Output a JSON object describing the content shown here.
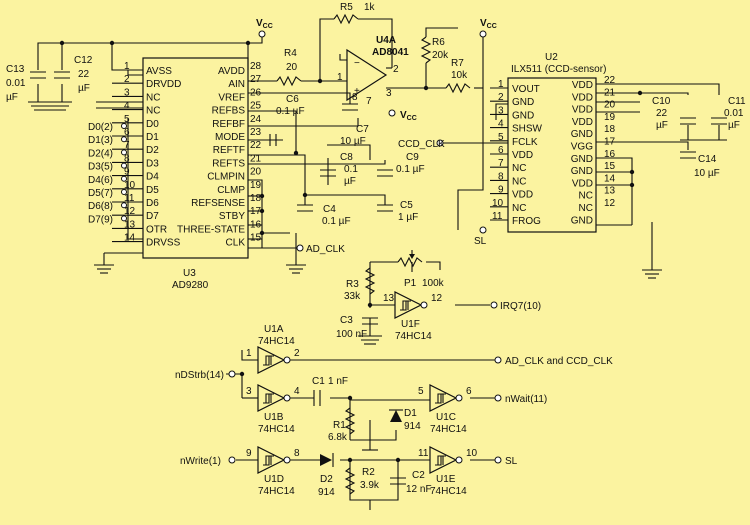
{
  "chips": {
    "ad9280": {
      "ref": "U3",
      "part": "AD9280",
      "left": [
        {
          "pin": "1",
          "name": "AVSS"
        },
        {
          "pin": "2",
          "name": "DRVDD"
        },
        {
          "pin": "3",
          "name": "NC"
        },
        {
          "pin": "4",
          "name": "NC"
        },
        {
          "pin": "5",
          "name": "D0"
        },
        {
          "pin": "6",
          "name": "D1"
        },
        {
          "pin": "7",
          "name": "D2"
        },
        {
          "pin": "8",
          "name": "D3"
        },
        {
          "pin": "9",
          "name": "D4"
        },
        {
          "pin": "10",
          "name": "D5"
        },
        {
          "pin": "11",
          "name": "D6"
        },
        {
          "pin": "12",
          "name": "D7"
        },
        {
          "pin": "13",
          "name": "OTR"
        },
        {
          "pin": "14",
          "name": "DRVSS"
        }
      ],
      "right": [
        {
          "pin": "28",
          "name": "AVDD"
        },
        {
          "pin": "27",
          "name": "AIN"
        },
        {
          "pin": "26",
          "name": "VREF"
        },
        {
          "pin": "25",
          "name": "REFBS"
        },
        {
          "pin": "24",
          "name": "REFBF"
        },
        {
          "pin": "23",
          "name": "MODE"
        },
        {
          "pin": "22",
          "name": "REFTF"
        },
        {
          "pin": "21",
          "name": "REFTS"
        },
        {
          "pin": "20",
          "name": "CLMPIN"
        },
        {
          "pin": "19",
          "name": "CLMP"
        },
        {
          "pin": "18",
          "name": "REFSENSE"
        },
        {
          "pin": "17",
          "name": "STBY"
        },
        {
          "pin": "16",
          "name": "THREE-STATE"
        },
        {
          "pin": "15",
          "name": "CLK"
        }
      ]
    },
    "ilx511": {
      "ref": "U2",
      "part": "ILX511 (CCD-sensor)",
      "left": [
        {
          "pin": "1",
          "name": "VOUT"
        },
        {
          "pin": "2",
          "name": "GND"
        },
        {
          "pin": "3",
          "name": "GND"
        },
        {
          "pin": "4",
          "name": "SHSW"
        },
        {
          "pin": "5",
          "name": "FCLK"
        },
        {
          "pin": "6",
          "name": "VDD"
        },
        {
          "pin": "7",
          "name": "NC"
        },
        {
          "pin": "8",
          "name": "NC"
        },
        {
          "pin": "9",
          "name": "VDD"
        },
        {
          "pin": "10",
          "name": "NC"
        },
        {
          "pin": "11",
          "name": "FROG"
        }
      ],
      "right": [
        {
          "pin": "22",
          "name": "VDD"
        },
        {
          "pin": "21",
          "name": "VDD"
        },
        {
          "pin": "20",
          "name": "VDD"
        },
        {
          "pin": "19",
          "name": "VDD"
        },
        {
          "pin": "18",
          "name": "GND"
        },
        {
          "pin": "17",
          "name": "VGG"
        },
        {
          "pin": "16",
          "name": "GND"
        },
        {
          "pin": "15",
          "name": "GND"
        },
        {
          "pin": "14",
          "name": "VDD"
        },
        {
          "pin": "13",
          "name": "NC"
        },
        {
          "pin": "12",
          "name": "NC"
        },
        {
          "pin": "",
          "name": "GND"
        }
      ]
    },
    "opamp": {
      "ref": "U4A",
      "part": "AD8041",
      "pins": [
        "1",
        "2",
        "3",
        "7",
        "8"
      ],
      "minus": "−",
      "plus": "+"
    }
  },
  "data_lines": [
    "D0(2)",
    "D1(3)",
    "D2(4)",
    "D3(5)",
    "D4(6)",
    "D5(7)",
    "D6(8)",
    "D7(9)"
  ],
  "components": {
    "r5": {
      "ref": "R5",
      "value": "1k"
    },
    "r4": {
      "ref": "R4",
      "value": "20"
    },
    "r6": {
      "ref": "R6",
      "value": "20k"
    },
    "r7": {
      "ref": "R7",
      "value": "10k"
    },
    "r3": {
      "ref": "R3",
      "value": "33k"
    },
    "p1": {
      "ref": "P1",
      "value": "100k"
    },
    "r1": {
      "ref": "R1",
      "value": "6.8k"
    },
    "r2": {
      "ref": "R2",
      "value": "3.9k"
    },
    "c13": {
      "ref": "C13",
      "value": "0.01",
      "unit": "µF"
    },
    "c12": {
      "ref": "C12",
      "value": "22",
      "unit": "µF"
    },
    "c6": {
      "ref": "C6",
      "value": "0.1 µF"
    },
    "c7": {
      "ref": "C7",
      "value": "10 µF"
    },
    "c8": {
      "ref": "C8",
      "value": "0.1",
      "unit": "µF"
    },
    "c9": {
      "ref": "C9",
      "value": "0.1 µF"
    },
    "c4": {
      "ref": "C4",
      "value": "0.1 µF"
    },
    "c5": {
      "ref": "C5",
      "value": "1 µF"
    },
    "c10": {
      "ref": "C10",
      "value": "22",
      "unit": "µF"
    },
    "c11": {
      "ref": "C11",
      "value": "0.01",
      "unit": "µF"
    },
    "c14": {
      "ref": "C14",
      "value": "10 µF"
    },
    "c3": {
      "ref": "C3",
      "value": "100 nF"
    },
    "c1": {
      "ref": "C1",
      "value": "1 nF"
    },
    "c2": {
      "ref": "C2",
      "value": "12 nF"
    },
    "d1": {
      "ref": "D1",
      "value": "914"
    },
    "d2": {
      "ref": "D2",
      "value": "914"
    }
  },
  "gates": {
    "u1a": {
      "ref": "U1A",
      "part": "74HC14",
      "pin_in": "1",
      "pin_out": "2"
    },
    "u1b": {
      "ref": "U1B",
      "part": "74HC14",
      "pin_in": "3",
      "pin_out": "4"
    },
    "u1c": {
      "ref": "U1C",
      "part": "74HC14",
      "pin_in": "5",
      "pin_out": "6"
    },
    "u1d": {
      "ref": "U1D",
      "part": "74HC14",
      "pin_in": "9",
      "pin_out": "8"
    },
    "u1e": {
      "ref": "U1E",
      "part": "74HC14",
      "pin_in": "11",
      "pin_out": "10"
    },
    "u1f": {
      "ref": "U1F",
      "part": "74HC14",
      "pin_in": "13",
      "pin_out": "12"
    }
  },
  "nets": {
    "vcc": "V",
    "vcc_sub": "CC",
    "ad_clk": "AD_CLK",
    "ccd_clk": "CCD_CLK",
    "sl": "SL",
    "irq": "IRQ7(10)",
    "ad_clk_ccd": "AD_CLK and CCD_CLK",
    "ndstrb": "nDStrb(14)",
    "nwait": "nWait(11)",
    "nwrite": "nWrite(1)",
    "sl_out": "SL"
  },
  "colors": {
    "background": "#fbf3a0",
    "ink": "#111111"
  }
}
